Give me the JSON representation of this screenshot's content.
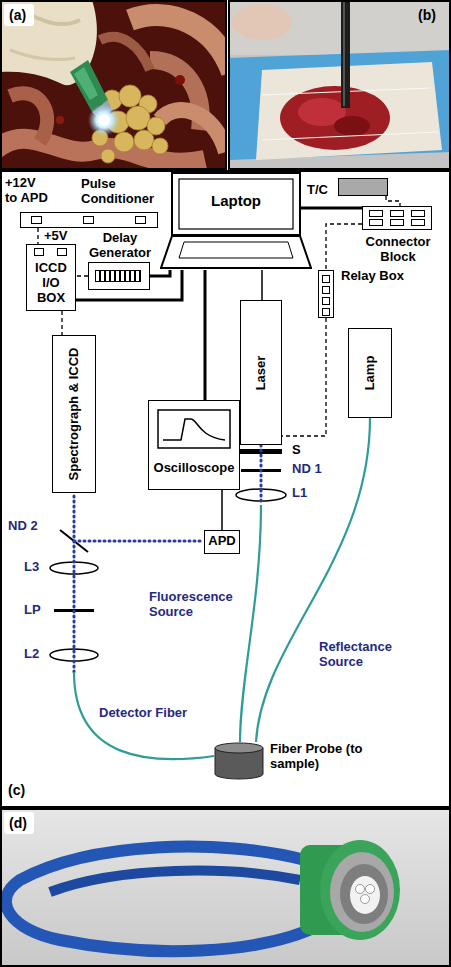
{
  "diagram": {
    "nodes": [
      {
        "text": [
          "Pulse Conditioner"
        ]
      },
      {
        "text": [
          "ICCD I/O BOX"
        ]
      },
      {
        "text": [
          "Delay Generator"
        ]
      },
      {
        "text": [
          "Laptop"
        ]
      },
      {
        "text": [
          "T/C"
        ]
      },
      {
        "text": [
          "Connector Block"
        ]
      },
      {
        "text": [
          "Relay Box"
        ]
      },
      {
        "text": [
          "Spectrograph & ICCD"
        ]
      },
      {
        "text": [
          "Oscilloscope"
        ]
      },
      {
        "text": [
          "Laser"
        ]
      },
      {
        "text": [
          "Lamp"
        ]
      },
      {
        "text": [
          "APD"
        ]
      },
      {
        "text": [
          "Fiber Probe (to sample)"
        ]
      }
    ],
    "edges": [
      {
        "from": 3,
        "to": 2,
        "arrow": "none"
      },
      {
        "from": 3,
        "to": 1,
        "arrow": "none"
      },
      {
        "from": 3,
        "to": 8,
        "arrow": "none"
      },
      {
        "from": 3,
        "to": 5,
        "arrow": "none"
      },
      {
        "from": 4,
        "to": 5,
        "arrow": "none"
      },
      {
        "from": 0,
        "to": 1,
        "label": "+5V",
        "arrow": "none"
      },
      {
        "from": 2,
        "to": 1,
        "arrow": "none"
      },
      {
        "from": 1,
        "to": 7,
        "arrow": "none"
      },
      {
        "from": 5,
        "to": 6,
        "arrow": "none"
      },
      {
        "from": 3,
        "to": 9,
        "arrow": "none"
      },
      {
        "from": 6,
        "to": 9,
        "arrow": "none"
      },
      {
        "from": 11,
        "to": 8,
        "arrow": "none"
      },
      {
        "from": 9,
        "to": 12,
        "label": "Fluorescence Source",
        "arrow": "none"
      },
      {
        "from": 10,
        "to": 12,
        "label": "Reflectance Source",
        "arrow": "none"
      },
      {
        "from": 12,
        "to": 7,
        "label": "Detector Fiber",
        "arrow": "none"
      }
    ],
    "labels": [
      "(a)",
      "(b)",
      "+12V to APD",
      "S",
      "ND 1",
      "L1",
      "ND 2",
      "L3",
      "LP",
      "L2",
      "(c)",
      "(d)"
    ]
  }
}
